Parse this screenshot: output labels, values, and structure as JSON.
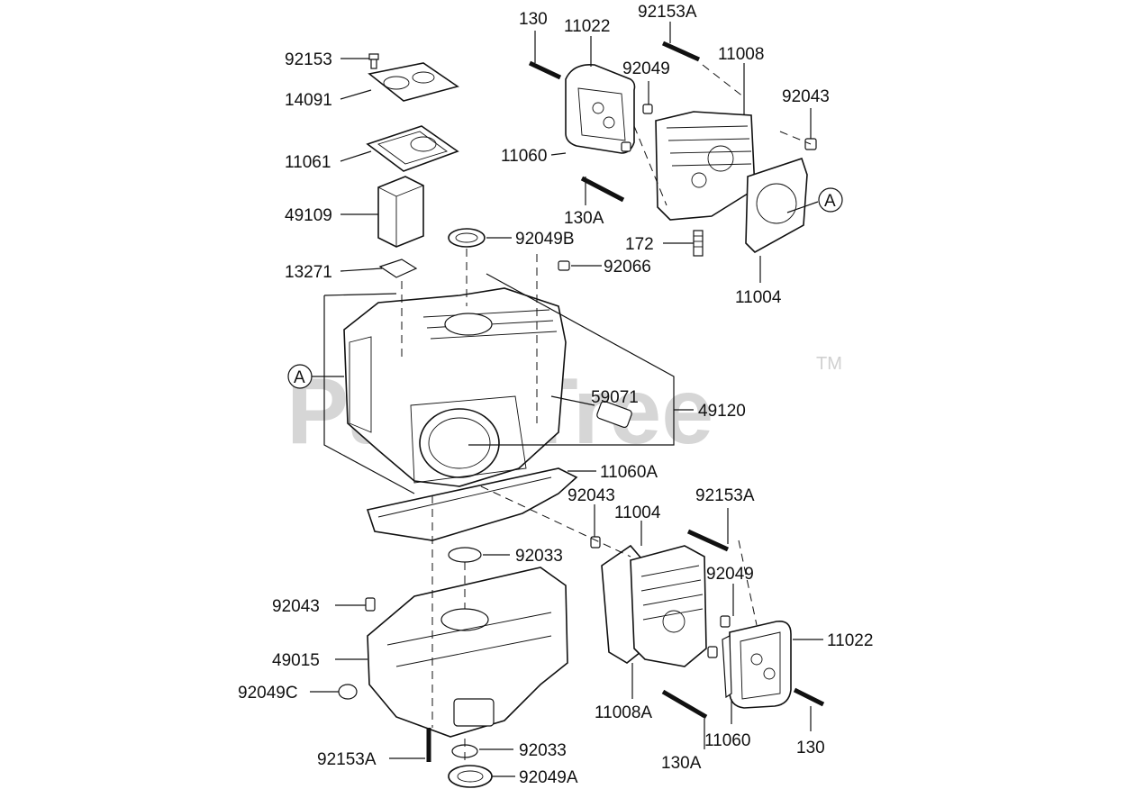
{
  "watermark": {
    "text": "PartsTree",
    "trademark": "TM"
  },
  "labels": {
    "p130_top": "130",
    "p11022_top": "11022",
    "p92153A_top": "92153A",
    "p92153": "92153",
    "p92049_top": "92049",
    "p11008": "11008",
    "p14091": "14091",
    "p92043_top": "92043",
    "p11060_top": "11060",
    "p11061": "11061",
    "p49109": "49109",
    "p130A_top": "130A",
    "p92049B": "92049B",
    "p172": "172",
    "p92066": "92066",
    "p13271": "13271",
    "p11004_top": "11004",
    "callout_left": "A",
    "callout_right": "A",
    "p59071": "59071",
    "p49120": "49120",
    "p11060A": "11060A",
    "p92043_mid": "92043",
    "p92153A_mid": "92153A",
    "p11004_mid": "11004",
    "p92033_top": "92033",
    "p92049_low": "92049",
    "p92043_low": "92043",
    "p11022_low": "11022",
    "p49015": "49015",
    "p92049C": "92049C",
    "p11008A": "11008A",
    "p11060_low": "11060",
    "p130_low": "130",
    "p92153A_low": "92153A",
    "p130A_low": "130A",
    "p92033_low": "92033",
    "p92049A": "92049A"
  }
}
